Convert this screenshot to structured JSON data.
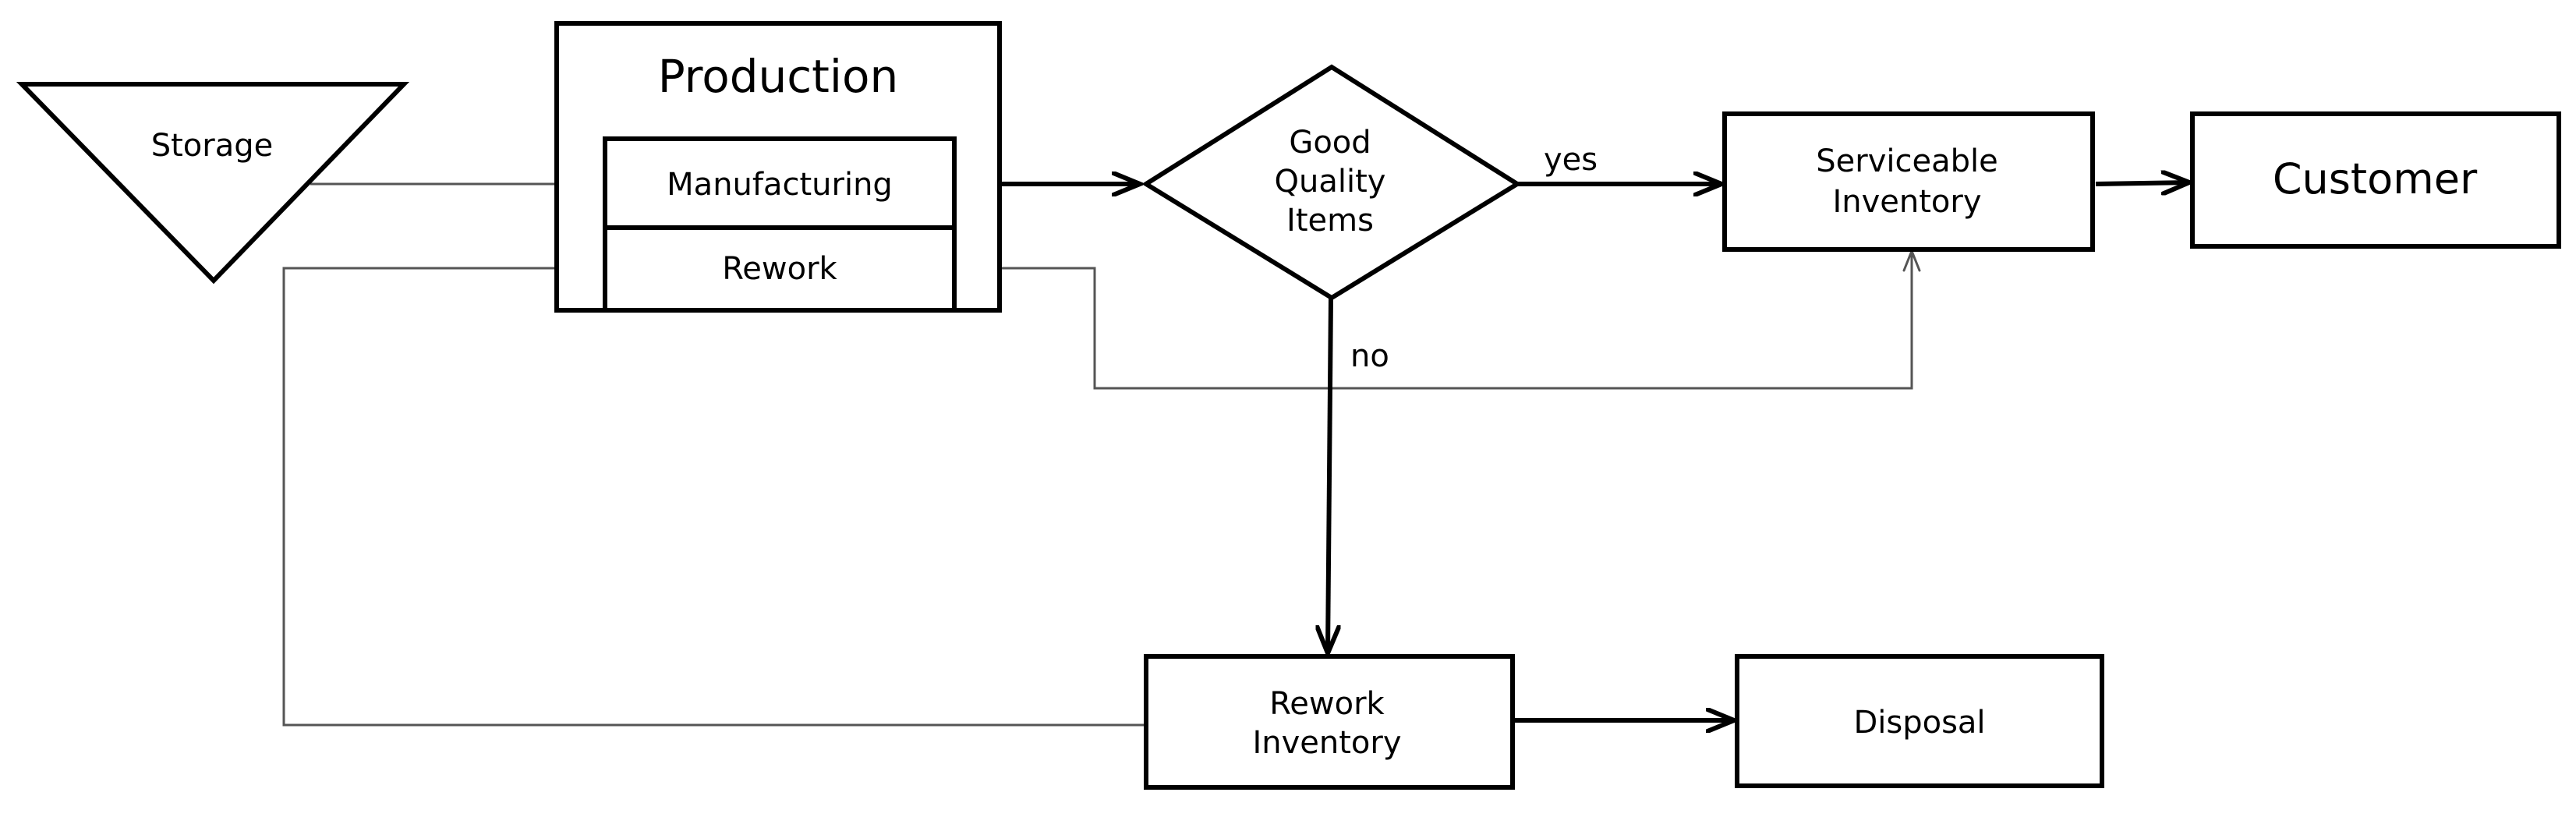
{
  "diagram": {
    "storage": {
      "label": "Storage"
    },
    "production": {
      "title": "Production",
      "manufacturing_label": "Manufacturing",
      "rework_label": "Rework"
    },
    "decision": {
      "line1": "Good",
      "line2": "Quality",
      "line3": "Items"
    },
    "edges": {
      "yes_label": "yes",
      "no_label": "no"
    },
    "serviceable_inventory": {
      "line1": "Serviceable",
      "line2": "Inventory"
    },
    "customer": {
      "label": "Customer"
    },
    "rework_inventory": {
      "line1": "Rework",
      "line2": "Inventory"
    },
    "disposal": {
      "label": "Disposal"
    }
  },
  "colors": {
    "stroke": "#000000",
    "thin_connector": "#555555",
    "background": "#ffffff"
  }
}
